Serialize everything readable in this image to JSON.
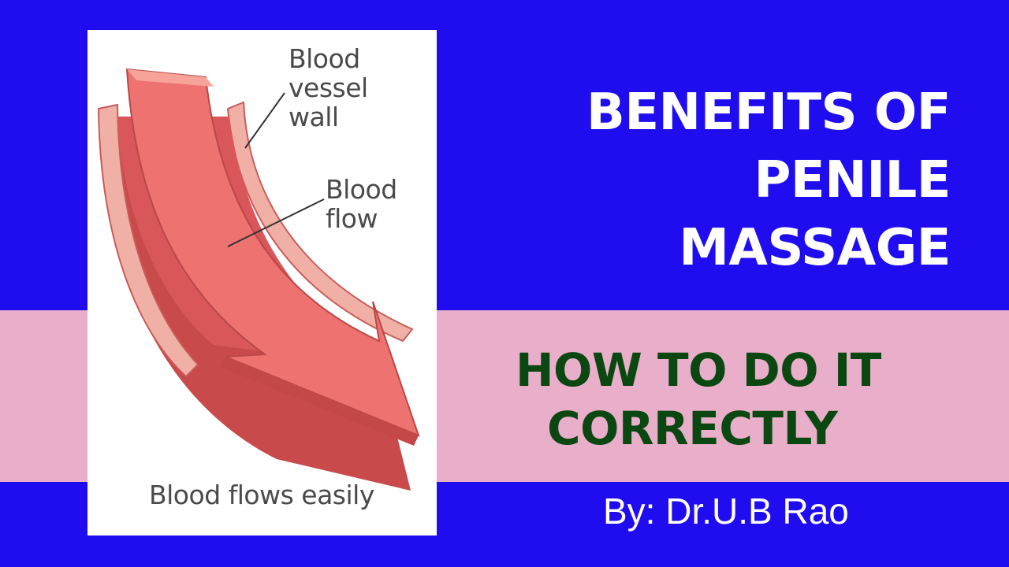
{
  "figure": {
    "label_wall": "Blood vessel wall",
    "label_flow": "Blood flow",
    "caption": "Blood flows easily"
  },
  "title": {
    "line1": "BENEFITS OF",
    "line2": "PENILE",
    "line3": "MASSAGE"
  },
  "subtitle": {
    "line1": "HOW TO DO IT",
    "line2": "CORRECTLY"
  },
  "byline": "By: Dr.U.B Rao",
  "colors": {
    "background": "#1f0df0",
    "band": "#e9aec9",
    "title_text": "#ffffff",
    "subtitle_text": "#0b4710",
    "vessel": "#e96a6a"
  }
}
